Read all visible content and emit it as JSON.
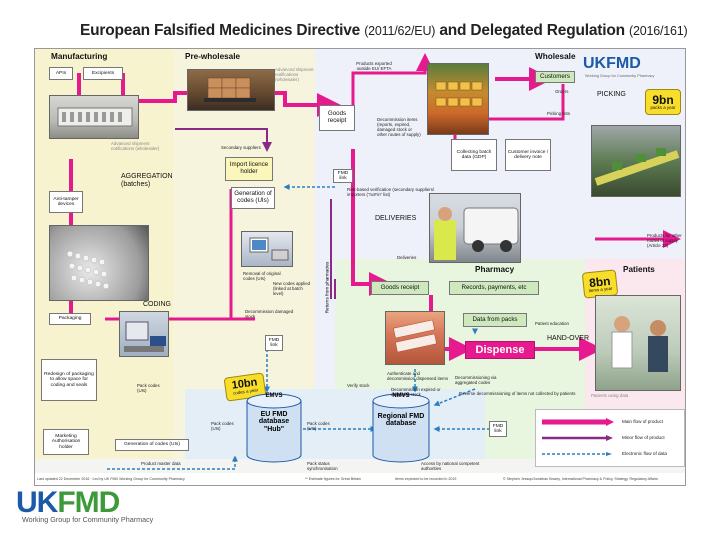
{
  "title": {
    "main_a": "European Falsified Medicines Directive",
    "paren_a": "(2011/62/EU)",
    "main_b": "and Delegated Regulation",
    "paren_b": "(2016/161)"
  },
  "zones": {
    "manufacturing": "Manufacturing",
    "prewholesale": "Pre-wholesale",
    "wholesale": "Wholesale",
    "pharmacy": "Pharmacy",
    "patients": "Patients"
  },
  "boxes": {
    "apis": "APIs",
    "excipients": "Excipients",
    "anti_tamper": "Anti-tamper devices",
    "packaging": "Packaging",
    "redesign": "Redesign of packaging to allow space for coding and seals",
    "mah": "Marketing Authorisation holder",
    "generation_mah": "Generation of codes (UIs)",
    "import_licence": "Import licence holder",
    "generation_uis": "Generation of codes (UIs)",
    "goods_receipt_w": "Goods receipt",
    "customers": "Customers",
    "collecting_batch": "Collecting batch data (GDP)",
    "customer_invoice": "Customer invoice / delivery note",
    "fmd_link_w": "FMD link",
    "fmd_link_pw": "FMD link",
    "goods_receipt_p": "Goods receipt",
    "records": "Records, payments, etc",
    "data_packs": "Data from packs",
    "dispense": "Dispense",
    "fmd_link_p": "FMD link"
  },
  "texts": {
    "aggregation": "AGGREGATION (batches)",
    "coding": "CODING",
    "deliveries": "DELIVERIES",
    "picking": "PICKING",
    "handover": "HAND-OVER",
    "advanced_shipment_manu": "Advanced shipment notifications (wholesaler)",
    "advanced_shipment_pw": "Advanced shipment notifications (wholesaler)",
    "secondary_suppliers": "Secondary suppliers",
    "products_exported": "Products exported outside EU/ EFTA",
    "decommission_w": "Decommission items (reports, expired, damaged stock or other routes of supply)",
    "orders": "Orders",
    "picking_lists": "Picking lists",
    "risk_verification": "Risk-based verification (secondary suppliers/ importers (\"noFin\" list)",
    "products_other_routes": "Products for other routes of supply (Article 23)",
    "removal_uis": "Removal of original codes (UIs)",
    "new_codes": "New codes applied (linked at batch level)",
    "decommission_damaged": "Decommission damaged stock",
    "returns_pharmacies": "Returns from pharmacies",
    "deliveries_small": "Deliveries",
    "patient_education": "Patient education",
    "authenticate": "Authenticate and decommission dispensed items",
    "decommission_agg": "Decommissioning via aggregated codes",
    "reverse_decomm": "Reverse decommissioning of items not collected by patients",
    "verify_stock": "Verify stock",
    "decomm_expired": "Decommission expired or damaged stock",
    "pack_codes_1": "Pack codes (UIs)",
    "pack_codes_2": "Pack codes (UIs)",
    "pack_codes_3": "Pack codes (UIs)",
    "product_master": "Product master data",
    "pack_status": "Pack status synchronisation",
    "access_authorities": "Access by national competent authorities",
    "patients_data": "Patients using data",
    "emvs": "EMVS",
    "nmvs": "NMVS",
    "hub": "EU FMD database \"Hub\"",
    "regional": "Regional FMD database"
  },
  "badges": {
    "nine_value": "9bn",
    "nine_sub": "packs a year",
    "eight_value": "8bn",
    "eight_sub": "items a year",
    "ten_value": "10bn",
    "ten_sub": "codes a year"
  },
  "legend": {
    "main": "Main flow of product",
    "minor": "Minor flow of product",
    "electronic": "Electronic flow of data"
  },
  "logos": {
    "small_mark": "UKFMD",
    "small_sub": "Working Group for Community Pharmacy",
    "main_mark": "UKFMD",
    "main_sub": "Working Group for Community Pharmacy"
  },
  "footnotes": {
    "left": "Last updated 22 December 2016 · Led by UK FMD Working Group for Community Pharmacy",
    "mid": "** Estimate figures for Great Britain",
    "mid2": "Items expected to be recorded in 2019",
    "right": "© Stephen Jessop/Jonathan Bowey, International Pharmacy & Policy, Strategy, Regulatory Affairs"
  },
  "colors": {
    "main_flow": "#e6198e",
    "minor_flow": "#8b2a86",
    "electronic_flow": "#2a7fc4",
    "badge_yellow": "#f8de2a",
    "logo_blue": "#1b5aa6",
    "logo_green": "#3c9a38"
  }
}
